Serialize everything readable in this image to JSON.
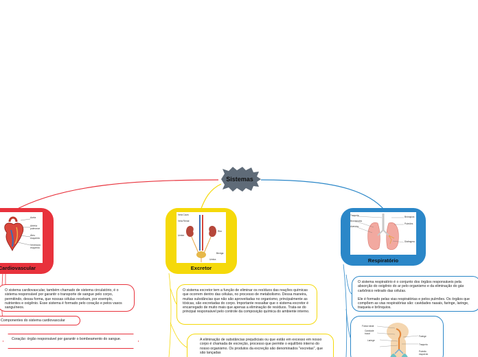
{
  "central": {
    "label": "Sistemas",
    "color": "#5f6b78"
  },
  "branches": {
    "cardiovascular": {
      "label": "Cardiovascular",
      "color": "#e8323c",
      "image_labels": [
        "Aorta",
        "Artéria pulmonar",
        "Átrio esquerdo",
        "Ventrículo esquerdo"
      ],
      "description": "O sistema cardiovascular, também chamado de sistema circulatório, é o sistema responsável por garantir o transporte de sangue pelo corpo, permitindo, dessa forma, que nossas células recebam, por exemplo, nutrientes e oxigênio. Esse sistema é formado pelo coração e pelos vasos sanguíneos.",
      "components_title": "Componentes do sistema cardiovascular",
      "components_item": "Coração: órgão responsável por garantir o bombeamento do sangue."
    },
    "excretor": {
      "label": "Excretor",
      "color": "#f5d90a",
      "image_labels": [
        "Veia Cava",
        "Veia Renal",
        "Ureter",
        "Rim",
        "Bexiga",
        "Uretra"
      ],
      "description": "O sistema excretor tem a função de eliminar os resíduos das reações químicas que ocorrem dentro das células, no processo de metabolismo. Dessa maneira, muitas substâncias que não são aproveitadas no organismo, principalmente as tóxicas, são excretadas do corpo. Importante ressaltar que o sistema excretor é encarregado de muito mais que apenas a eliminação de resíduos. Trata-se do principal responsável pelo controle da composição química do ambiente interno.",
      "note2": "A eliminação de substâncias prejudiciais ou que estão em excesso em nosso corpo é chamada de excreção, processo que permite o equilíbrio interno do nosso organismo. Os produtos da excreção são denominados \"excretas\", que são lançadas"
    },
    "respiratorio": {
      "label": "Respiratório",
      "color": "#2b87c8",
      "image_labels": [
        "Traqueia",
        "Bronquíolos",
        "Alvéolos",
        "Brônquios",
        "Pulmões",
        "Diafragma"
      ],
      "p1": "O sistema respiratório é o conjunto dos órgãos responsáveis pela absorção do oxigênio do ar pelo organismo e da eliminação do gás carbônico retirado das células.",
      "p2": "Ele é formado pelas vias respiratórias e pelos pulmões. Os órgãos que compõem as vias respiratórias são: cavidades nasais, faringe, laringe, traqueia e brônquios.",
      "image2_labels": [
        "Fossa nasal",
        "Cavidade bucal",
        "Laringe",
        "Faringe",
        "Traqueia",
        "Pulmão esquerdo"
      ]
    }
  }
}
